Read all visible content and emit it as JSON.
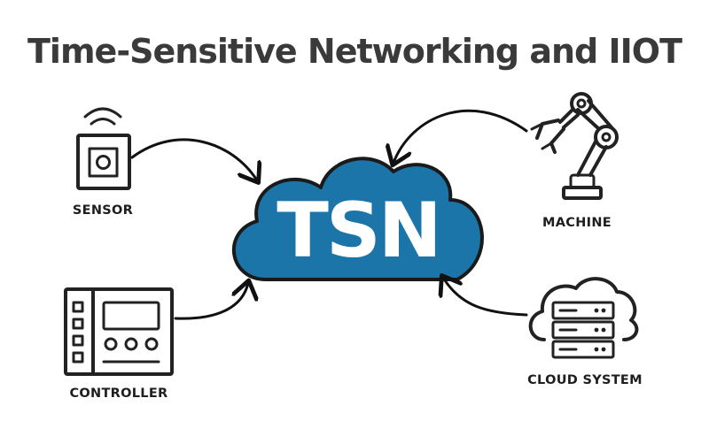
{
  "title": "Time-Sensitive Networking and IIOT",
  "center": {
    "label": "TSN",
    "color": "#1b75a8",
    "outline": "#1a1a1a"
  },
  "nodes": {
    "sensor": {
      "label": "SENSOR",
      "icon": "sensor-icon"
    },
    "machine": {
      "label": "MACHINE",
      "icon": "robot-arm-icon"
    },
    "controller": {
      "label": "CONTROLLER",
      "icon": "controller-icon"
    },
    "cloud_system": {
      "label": "CLOUD SYSTEM",
      "icon": "cloud-server-icon"
    }
  }
}
